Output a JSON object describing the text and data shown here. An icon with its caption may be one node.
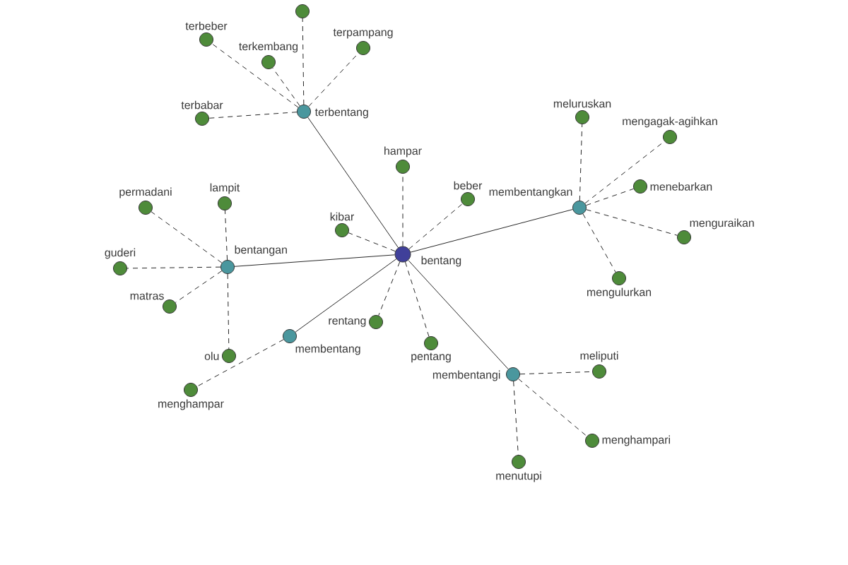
{
  "diagram": {
    "nodes": [
      {
        "text": [],
        "shape": "circle"
      },
      {
        "text": [
          "terbeber"
        ]
      },
      {
        "text": [
          "terpampang"
        ]
      },
      {
        "text": [
          "terkembang"
        ]
      },
      {
        "text": [
          "terbentang"
        ]
      },
      {
        "text": [
          "terbabar"
        ]
      },
      {
        "text": [
          "meluruskan"
        ]
      },
      {
        "text": [
          "mengagak-agihkan"
        ]
      },
      {
        "text": [
          "hampar"
        ]
      },
      {
        "text": [
          "menebarkan"
        ]
      },
      {
        "text": [
          "membentangkan"
        ]
      },
      {
        "text": [
          "permadani"
        ]
      },
      {
        "text": [
          "lampit"
        ]
      },
      {
        "text": [
          "beber"
        ]
      },
      {
        "text": [
          "kibar"
        ]
      },
      {
        "text": [
          "menguraikan"
        ]
      },
      {
        "text": [
          "bentang"
        ]
      },
      {
        "text": [
          "bentangan"
        ]
      },
      {
        "text": [
          "guderi"
        ]
      },
      {
        "text": [
          "mengulurkan"
        ]
      },
      {
        "text": [
          "matras"
        ]
      },
      {
        "text": [
          "rentang"
        ]
      },
      {
        "text": [
          "membentang"
        ]
      },
      {
        "text": [
          "pentang"
        ]
      },
      {
        "text": [
          "olu"
        ]
      },
      {
        "text": [
          "membentangi"
        ]
      },
      {
        "text": [
          "meliputi"
        ]
      },
      {
        "text": [
          "menghampar"
        ]
      },
      {
        "text": [
          "menghampari"
        ]
      },
      {
        "text": [
          "menutupi"
        ]
      }
    ],
    "edges": [
      {
        "from": 16,
        "to": 4,
        "arrow": "none"
      },
      {
        "from": 16,
        "to": 10,
        "arrow": "none"
      },
      {
        "from": 16,
        "to": 17,
        "arrow": "none"
      },
      {
        "from": 16,
        "to": 22,
        "arrow": "none"
      },
      {
        "from": 16,
        "to": 25,
        "arrow": "none"
      },
      {
        "from": 16,
        "to": 8,
        "arrow": "none",
        "style": "dashed"
      },
      {
        "from": 16,
        "to": 13,
        "arrow": "none",
        "style": "dashed"
      },
      {
        "from": 16,
        "to": 14,
        "arrow": "none",
        "style": "dashed"
      },
      {
        "from": 16,
        "to": 21,
        "arrow": "none",
        "style": "dashed"
      },
      {
        "from": 16,
        "to": 23,
        "arrow": "none",
        "style": "dashed"
      },
      {
        "from": 4,
        "to": 0,
        "arrow": "none",
        "style": "dashed"
      },
      {
        "from": 4,
        "to": 1,
        "arrow": "none",
        "style": "dashed"
      },
      {
        "from": 4,
        "to": 2,
        "arrow": "none",
        "style": "dashed"
      },
      {
        "from": 4,
        "to": 3,
        "arrow": "none",
        "style": "dashed"
      },
      {
        "from": 4,
        "to": 5,
        "arrow": "none",
        "style": "dashed"
      },
      {
        "from": 10,
        "to": 6,
        "arrow": "none",
        "style": "dashed"
      },
      {
        "from": 10,
        "to": 7,
        "arrow": "none",
        "style": "dashed"
      },
      {
        "from": 10,
        "to": 9,
        "arrow": "none",
        "style": "dashed"
      },
      {
        "from": 10,
        "to": 15,
        "arrow": "none",
        "style": "dashed"
      },
      {
        "from": 10,
        "to": 19,
        "arrow": "none",
        "style": "dashed"
      },
      {
        "from": 17,
        "to": 11,
        "arrow": "none",
        "style": "dashed"
      },
      {
        "from": 17,
        "to": 12,
        "arrow": "none",
        "style": "dashed"
      },
      {
        "from": 17,
        "to": 18,
        "arrow": "none",
        "style": "dashed"
      },
      {
        "from": 17,
        "to": 20,
        "arrow": "none",
        "style": "dashed"
      },
      {
        "from": 17,
        "to": 24,
        "arrow": "none",
        "style": "dashed"
      },
      {
        "from": 22,
        "to": 27,
        "arrow": "none",
        "style": "dashed"
      },
      {
        "from": 25,
        "to": 26,
        "arrow": "none",
        "style": "dashed"
      },
      {
        "from": 25,
        "to": 28,
        "arrow": "none",
        "style": "dashed"
      },
      {
        "from": 25,
        "to": 29,
        "arrow": "none",
        "style": "dashed"
      }
    ]
  }
}
